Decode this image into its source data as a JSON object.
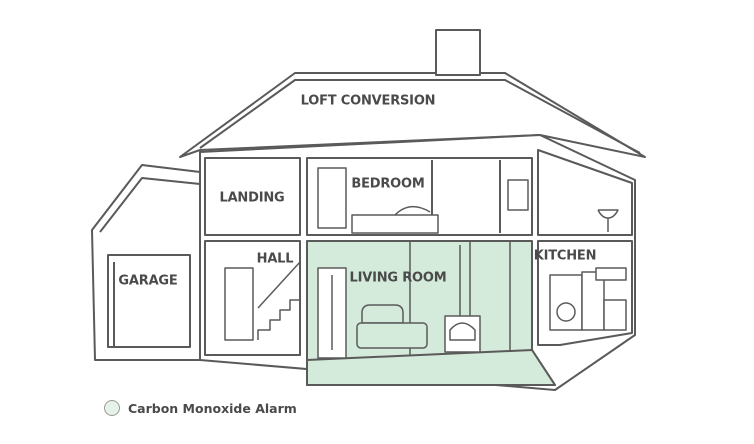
{
  "rooms": {
    "loft": "LOFT CONVERSION",
    "landing": "LANDING",
    "bedroom": "BEDROOM",
    "hall": "HALL",
    "living_room": "LIVING ROOM",
    "kitchen": "KITCHEN",
    "garage": "GARAGE"
  },
  "legend": {
    "label": "Carbon Monoxide Alarm",
    "color": "#d4eadb"
  },
  "colors": {
    "line": "#5a5a5a",
    "highlight": "#d4eadb"
  }
}
